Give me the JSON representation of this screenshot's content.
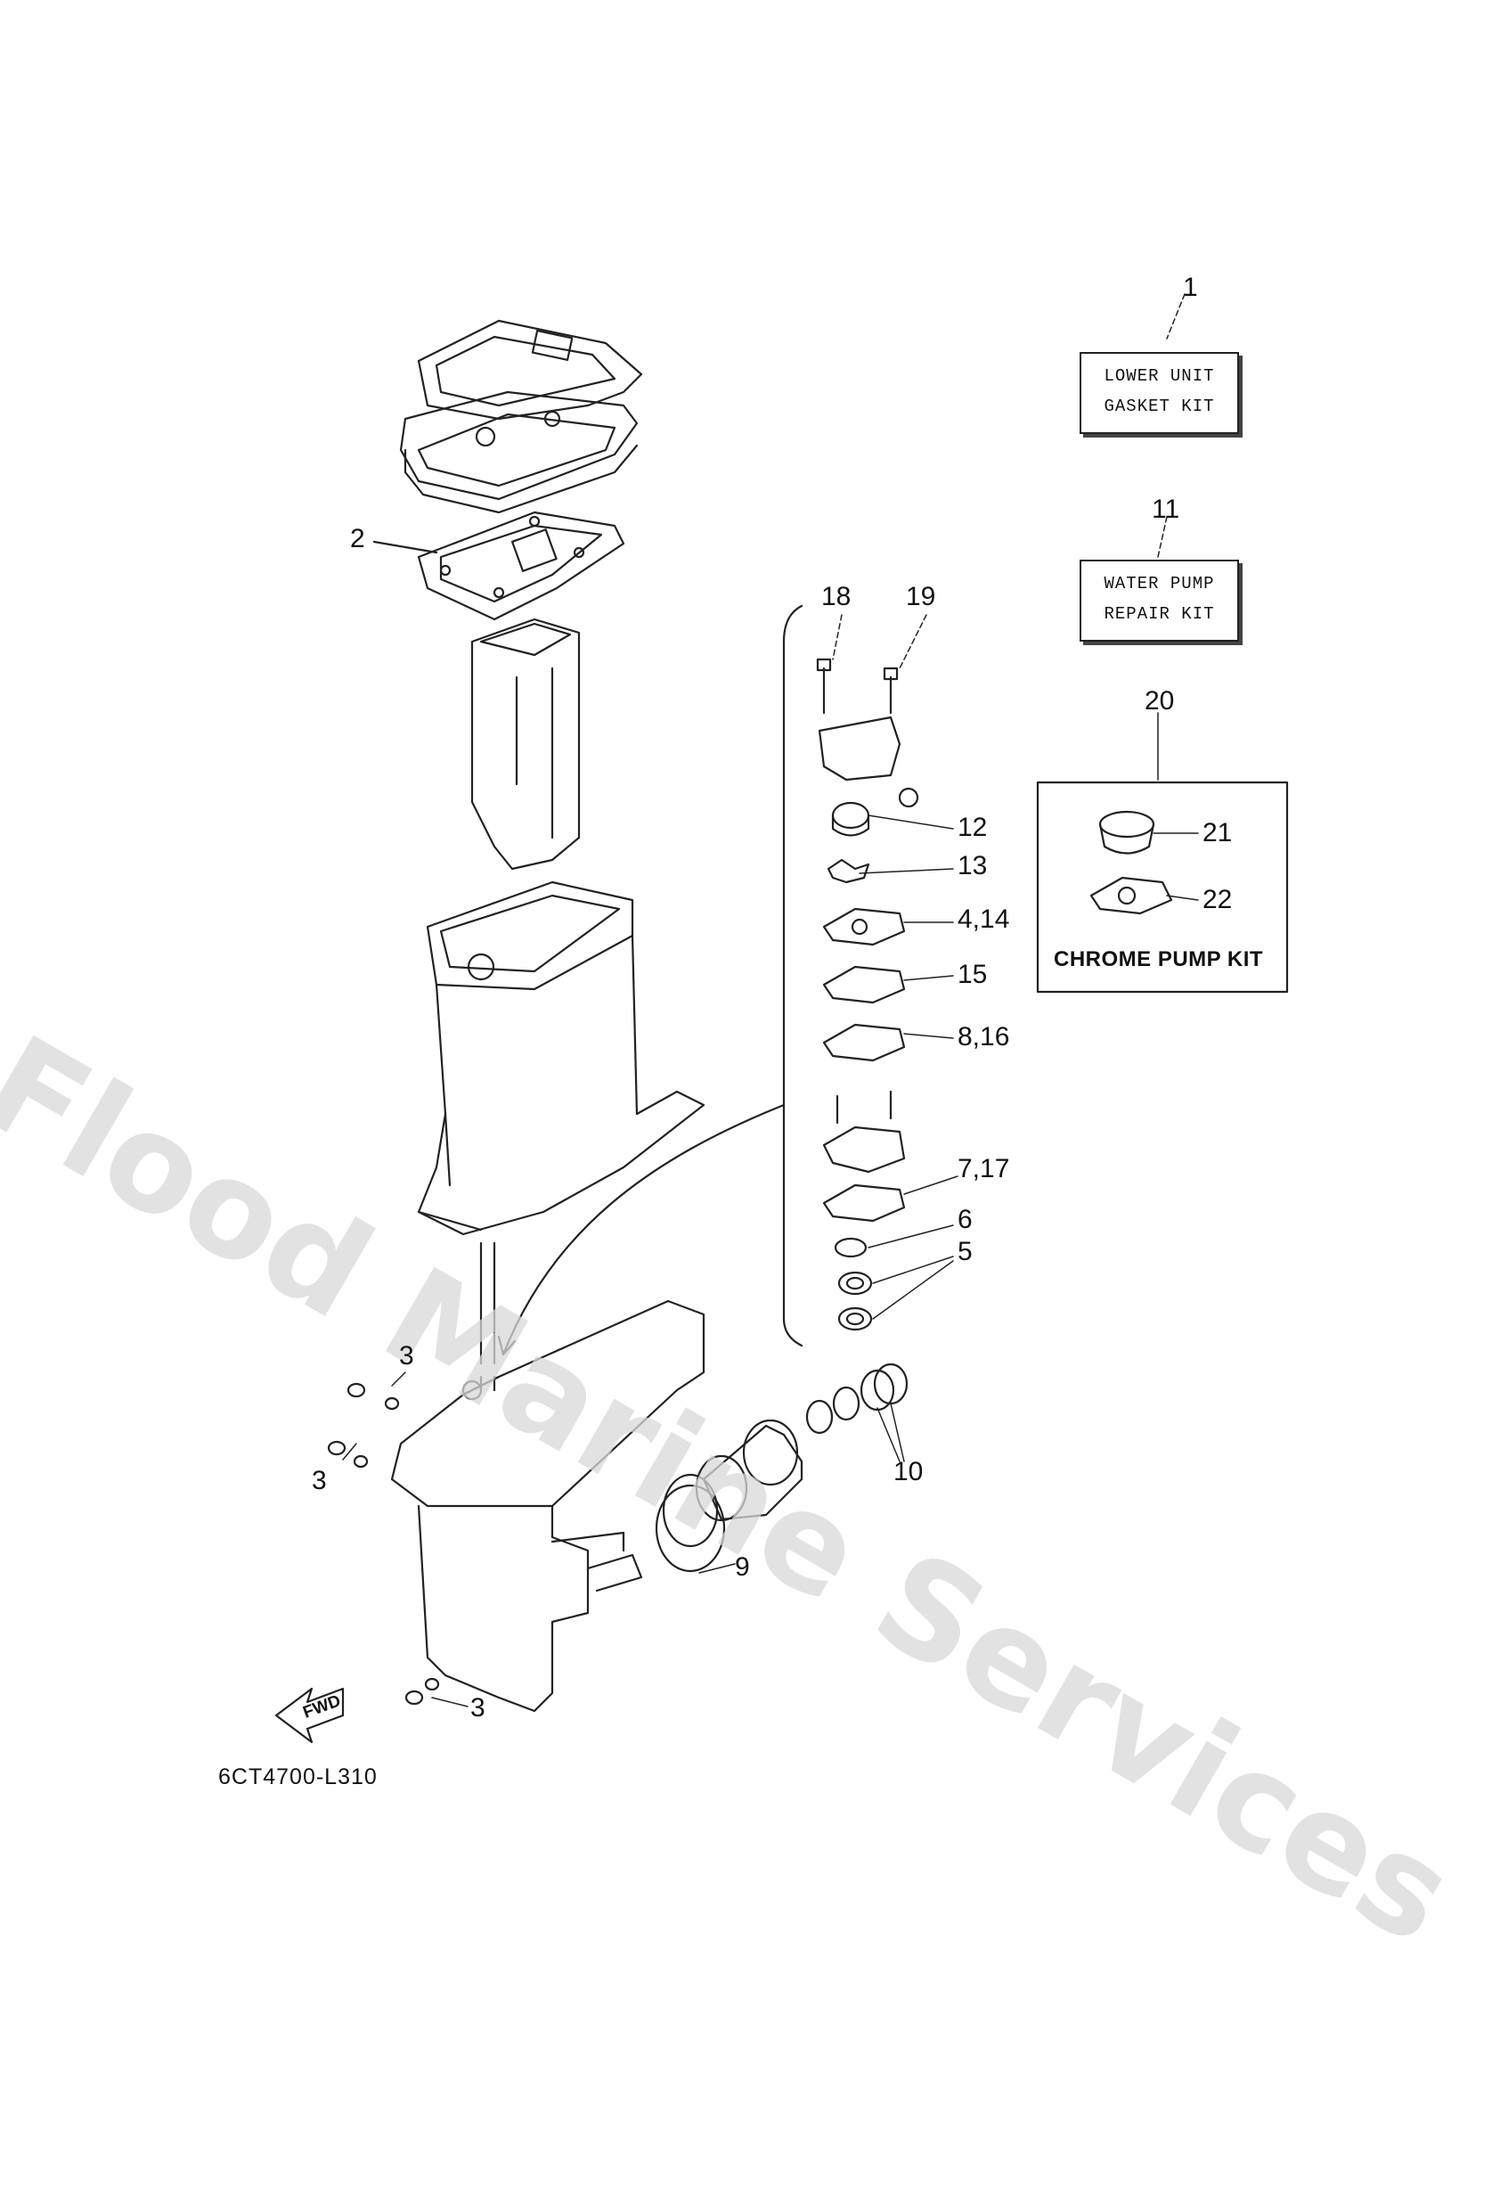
{
  "watermark": "Flood Marine Services",
  "kits": {
    "lower_unit": {
      "callout": "1",
      "line1": "LOWER UNIT",
      "line2": "GASKET KIT"
    },
    "water_pump": {
      "callout": "11",
      "line1": "WATER PUMP",
      "line2": "REPAIR KIT"
    },
    "chrome_pump": {
      "callout": "20",
      "label": "CHROME PUMP KIT",
      "items": [
        "21",
        "22"
      ]
    }
  },
  "callouts": {
    "c2": "2",
    "c3a": "3",
    "c3b": "3",
    "c3c": "3",
    "c18": "18",
    "c19": "19",
    "c12": "12",
    "c13": "13",
    "c4_14": "4,14",
    "c15": "15",
    "c8_16": "8,16",
    "c7_17": "7,17",
    "c6": "6",
    "c5": "5",
    "c10": "10",
    "c9": "9"
  },
  "fwd_label": "FWD",
  "part_number": "6CT4700-L310",
  "colors": {
    "line": "#222222",
    "watermark": "#d9d9d9"
  }
}
